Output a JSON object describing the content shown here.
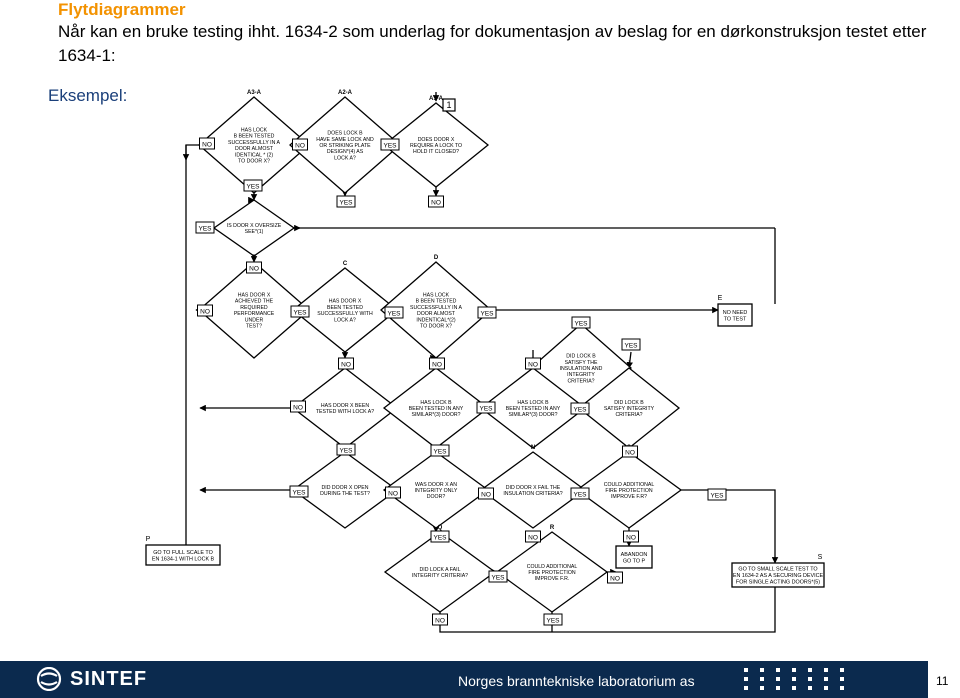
{
  "slide": {
    "title": "Flytdiagrammer",
    "intro": "Når kan en bruke testing ihht. 1634-2 som underlag for dokumentasjon av beslag for en dørkonstruksjon testet etter 1634-1:",
    "example_label": "Eksempel:"
  },
  "diagram": {
    "start_marker": "1",
    "decisions": [
      {
        "id": "A3-A",
        "lines": [
          "HAS LOCK",
          "B BEEN TESTED",
          "SUCCESSFULLY IN A",
          "DOOR ALMOST",
          "IDENTICAL * (2)",
          "TO DOOR X?"
        ]
      },
      {
        "id": "A2-A",
        "lines": [
          "DOES LOCK B",
          "HAVE SAME LOCK AND",
          "OR STRIKING PLATE",
          "DESIGN*(4) AS",
          "LOCK A?"
        ]
      },
      {
        "id": "A1-A",
        "lines": [
          "DOES DOOR X",
          "REQUIRE A LOCK TO",
          "HOLD IT CLOSED?"
        ]
      },
      {
        "id": "",
        "lines": [
          "IS DOOR X OVERSIZE",
          "SEE*(1)"
        ]
      },
      {
        "id": "B",
        "lines": [
          "HAS DOOR X",
          "ACHIEVED THE",
          "REQUIRED",
          "PERFORMANCE",
          "UNDER",
          "TEST?"
        ]
      },
      {
        "id": "C",
        "lines": [
          "HAS DOOR X",
          "BEEN TESTED",
          "SUCCESSFULLY WITH",
          "LOCK A?"
        ]
      },
      {
        "id": "D",
        "lines": [
          "HAS LOCK",
          "B BEEN TESTED",
          "SUCCESSFULLY IN A",
          "DOOR ALMOST",
          "INDENTICAL*(2)",
          "TO DOOR X?"
        ]
      },
      {
        "id": "J",
        "lines": [
          "DID LOCK B",
          "SATISFY THE",
          "INSULATION AND",
          "INTEGRITY",
          "CRITERIA?"
        ]
      },
      {
        "id": "F",
        "lines": [
          "HAS DOOR X BEEN",
          "TESTED WITH LOCK A?"
        ]
      },
      {
        "id": "G",
        "lines": [
          "HAS LOCK B",
          "BEEN TESTED IN ANY",
          "SIMILAR*(3) DOOR?"
        ]
      },
      {
        "id": "H",
        "lines": [
          "HAS LOCK B",
          "BEEN TESTED IN ANY",
          "SIMILAR*(3) DOOR?"
        ]
      },
      {
        "id": "J",
        "lines": [
          "DID LOCK B",
          "SATISFY INTEGRITY",
          "CRITERIA?"
        ]
      },
      {
        "id": "L",
        "lines": [
          "DID DOOR X OPEN",
          "DURING THE TEST?"
        ]
      },
      {
        "id": "M",
        "lines": [
          "WAS DOOR X AN",
          "INTEGRITY ONLY",
          "DOOR?"
        ]
      },
      {
        "id": "N",
        "lines": [
          "DID DOOR X FAIL THE",
          "INSULATION CRITERIA?"
        ]
      },
      {
        "id": "O",
        "lines": [
          "COULD ADDITIONAL",
          "FIRE PROTECTION",
          "IMPROVE F.R?"
        ]
      },
      {
        "id": "Q",
        "lines": [
          "DID LOCK A FAIL",
          "INTEGRITY CRITERIA?"
        ]
      },
      {
        "id": "R",
        "lines": [
          "COULD ADDITIONAL",
          "FIRE PROTECTION",
          "IMPROVE F.R."
        ]
      }
    ],
    "terminals": [
      {
        "id": "E",
        "lines": [
          "NO NEED",
          "TO TEST"
        ]
      },
      {
        "id": "P",
        "lines": [
          "GO TO FULL SCALE TO",
          "EN 1634-1 WITH LOCK B"
        ]
      },
      {
        "id": "",
        "lines": [
          "ABANDON",
          "GO TO P"
        ]
      },
      {
        "id": "S",
        "lines": [
          "GO TO SMALL SCALE TEST TO",
          "EN 1634-2 AS A SECURING DEVICE",
          "FOR SINGLE ACTING DOORS*(5)"
        ]
      }
    ],
    "yes": "YES",
    "no": "NO"
  },
  "footer": {
    "logo": "SINTEF",
    "org": "Norges branntekniske laboratorium as",
    "page": "11"
  },
  "colors": {
    "title": "#f39200",
    "example": "#1a3f7a",
    "footer": "#0b2a4e"
  }
}
